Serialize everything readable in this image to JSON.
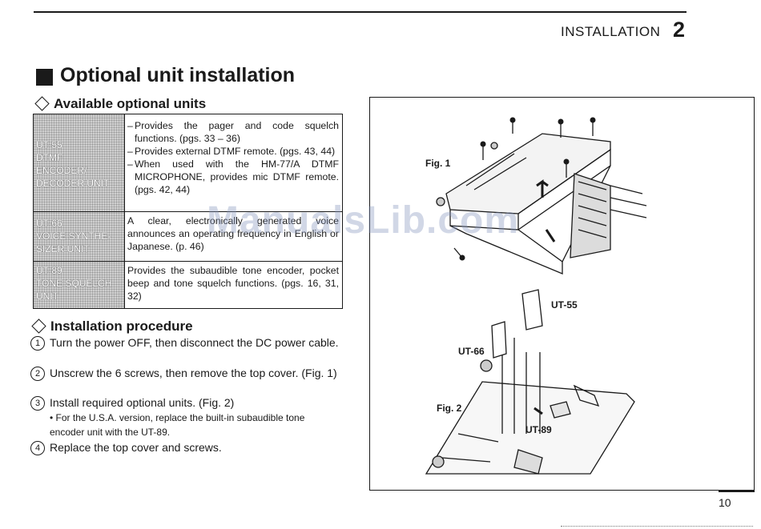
{
  "header": {
    "section_label": "INSTALLATION",
    "chapter_number": "2"
  },
  "title": "Optional unit installation",
  "available_units": {
    "heading": "Available optional units",
    "units": [
      {
        "name_lines": [
          "UT-55",
          "DTMF",
          "ENCODER/",
          "DECODER UNIT"
        ],
        "bullets": [
          "Provides the pager and code squelch functions. (pgs. 33 – 36)",
          "Provides external DTMF remote. (pgs. 43, 44)",
          "When used with the HM-77/A DTMF MICROPHONE, provides mic DTMF remote. (pgs. 42, 44)"
        ]
      },
      {
        "name_lines": [
          "UT-66",
          "VOICE SYNTHE-",
          "SIZER UNIT"
        ],
        "text": "A clear, electronically generated voice announces an operating frequency in English or Japanese. (p. 46)"
      },
      {
        "name_lines": [
          "UT-89",
          "TONE SQUELCH",
          "UNIT"
        ],
        "text": "Provides the subaudible tone encoder, pocket beep and tone squelch functions. (pgs. 16, 31, 32)"
      }
    ]
  },
  "procedure": {
    "heading": "Installation procedure",
    "steps": [
      {
        "num": "1",
        "text": "Turn the power OFF, then disconnect the DC power cable."
      },
      {
        "num": "2",
        "text": "Unscrew the 6 screws, then remove the top cover. (Fig. 1)"
      },
      {
        "num": "3",
        "text": "Install required optional units. (Fig. 2)"
      },
      {
        "num": "4",
        "text": "Replace the top cover and screws."
      }
    ],
    "note": "• For the U.S.A. version, replace the built-in subaudible tone encoder unit with the UT-89."
  },
  "figures": {
    "fig1_label": "Fig. 1",
    "fig2_label": "Fig. 2",
    "callouts": {
      "ut55": "UT-55",
      "ut66": "UT-66",
      "ut89": "UT-89"
    }
  },
  "watermark": "ManualsLib.com",
  "page_number": "10"
}
